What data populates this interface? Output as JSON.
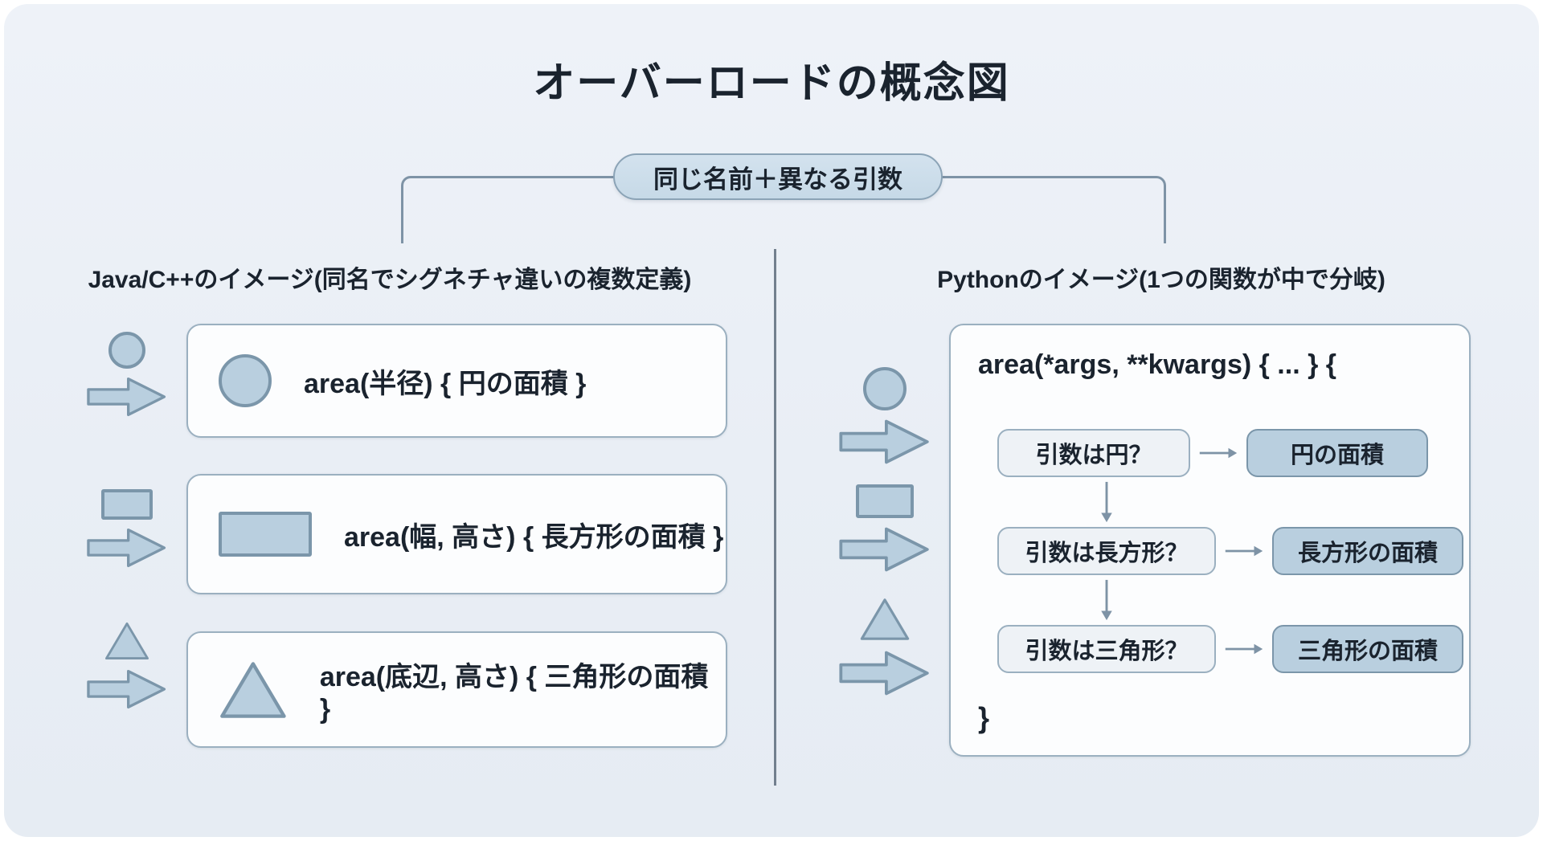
{
  "title": "オーバーロードの概念図",
  "badge": "同じ名前＋異なる引数",
  "left": {
    "heading": "Java/C++のイメージ(同名でシグネチャ違いの複数定義)",
    "rows": [
      {
        "shape": "circle",
        "code": "area(半径) { 円の面積 }"
      },
      {
        "shape": "rectangle",
        "code": "area(幅, 高さ) { 長方形の面積 }"
      },
      {
        "shape": "triangle",
        "code": "area(底辺, 高さ) { 三角形の面積 }"
      }
    ]
  },
  "right": {
    "heading": "Pythonのイメージ(1つの関数が中で分岐)",
    "code_header": "area(*args, **kwargs) { ... } {",
    "code_footer": "}",
    "branches": [
      {
        "shape": "circle",
        "condition": "引数は円？",
        "result": "円の面積"
      },
      {
        "shape": "rectangle",
        "condition": "引数は長方形？",
        "result": "長方形の面積"
      },
      {
        "shape": "triangle",
        "condition": "引数は三角形？",
        "result": "三角形の面積"
      }
    ]
  },
  "colors": {
    "background": "#e9eef5",
    "text": "#1a232e",
    "shape_fill": "#b9cfdf",
    "shape_border": "#7b96aa",
    "card_bg": "#fcfdfe",
    "card_border": "#9bb0c0",
    "badge_bg": "#c6d9e7",
    "badge_border": "#8ba3b6",
    "decision_bg": "#eef2f6",
    "result_bg": "#b9cfdf",
    "connector": "#7e93a6",
    "divider": "#5d6c7b"
  }
}
